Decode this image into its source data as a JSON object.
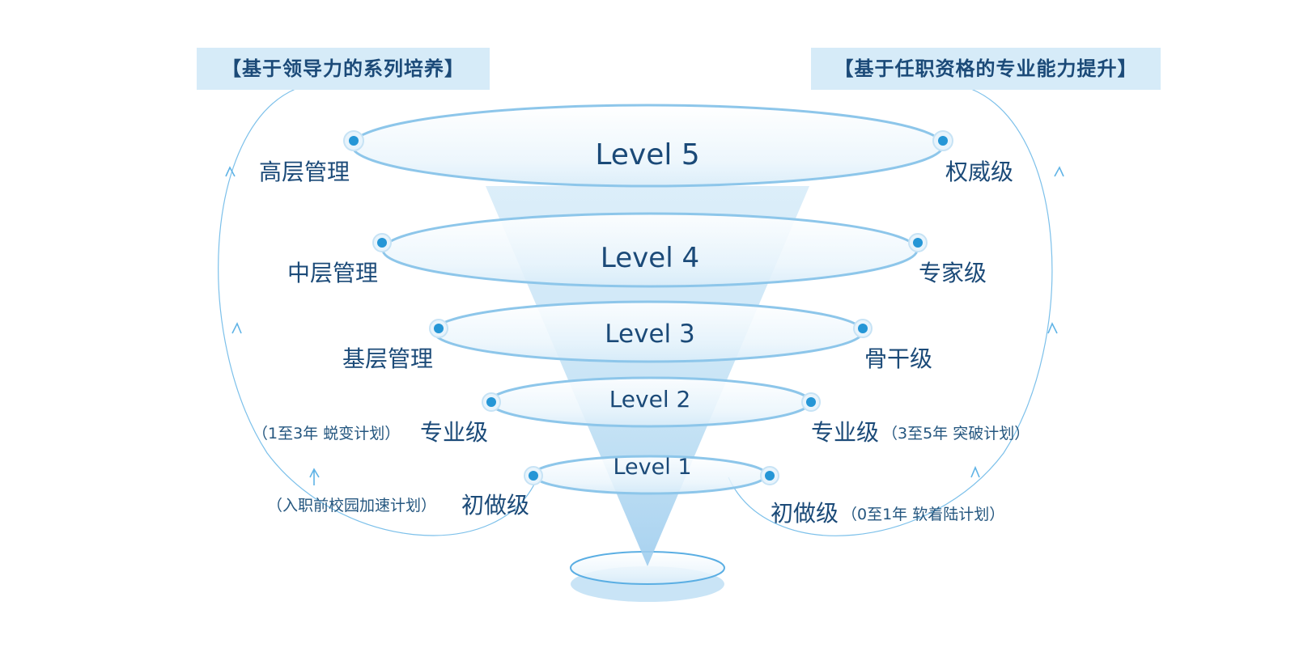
{
  "headers": {
    "left": "【基于领导力的系列培养】",
    "right": "【基于任职资格的专业能力提升】"
  },
  "levels": [
    {
      "label": "Level 5",
      "left": "高层管理",
      "right": "权威级"
    },
    {
      "label": "Level 4",
      "left": "中层管理",
      "right": "专家级"
    },
    {
      "label": "Level 3",
      "left": "基层管理",
      "right": "骨干级"
    },
    {
      "label": "Level 2",
      "left": "专业级",
      "left_note": "（1至3年 蜕变计划）",
      "right": "专业级",
      "right_note": "（3至5年 突破计划）"
    },
    {
      "label": "Level 1",
      "left": "初做级",
      "left_note": "（入职前校园加速计划）",
      "right": "初做级",
      "right_note": "（0至1年 软着陆计划）"
    }
  ],
  "colors": {
    "accent": "#2596d6",
    "ring": "#8dc6ea",
    "text": "#1b4a78",
    "tag_bg": "#d6ebf8"
  }
}
